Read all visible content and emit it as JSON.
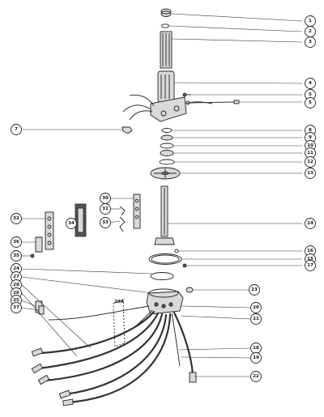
{
  "callouts": [
    {
      "label": "1"
    },
    {
      "label": "2"
    },
    {
      "label": "3"
    },
    {
      "label": "4"
    },
    {
      "label": "5"
    },
    {
      "label": "5"
    },
    {
      "label": "7"
    },
    {
      "label": "8"
    },
    {
      "label": "9"
    },
    {
      "label": "10"
    },
    {
      "label": "11"
    },
    {
      "label": "12"
    },
    {
      "label": "13"
    },
    {
      "label": "14"
    },
    {
      "label": "16"
    },
    {
      "label": "15"
    },
    {
      "label": "17"
    },
    {
      "label": "23"
    },
    {
      "label": "20"
    },
    {
      "label": "21"
    },
    {
      "label": "18"
    },
    {
      "label": "19"
    },
    {
      "label": "22"
    },
    {
      "label": "30"
    },
    {
      "label": "31"
    },
    {
      "label": "33"
    },
    {
      "label": "32"
    },
    {
      "label": "34"
    },
    {
      "label": "36"
    },
    {
      "label": "35"
    },
    {
      "label": "24"
    },
    {
      "label": "27"
    },
    {
      "label": "28"
    },
    {
      "label": "26"
    },
    {
      "label": "25"
    },
    {
      "label": "37"
    }
  ],
  "annotations": {
    "side_label": "29A"
  }
}
